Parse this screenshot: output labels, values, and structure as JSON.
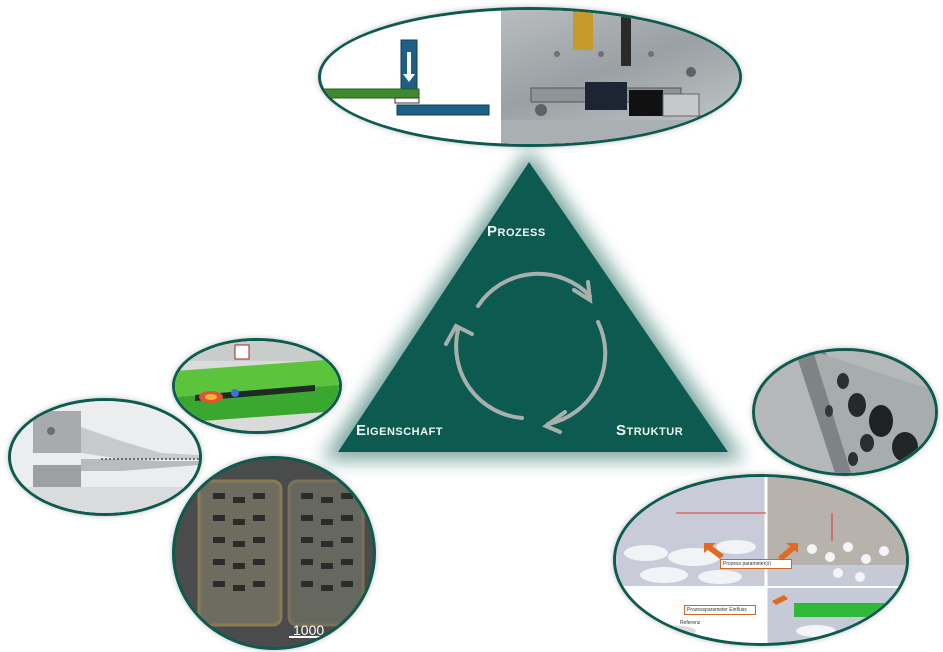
{
  "labels": {
    "prozess": "Prozess",
    "eigenschaft": "Eigenschaft",
    "struktur": "Struktur"
  },
  "scale_bar_text": "1000",
  "annotations": {
    "struktur_a": "Prozess parameter(s)",
    "struktur_b": "Prozessparameter Einfluss",
    "struktur_c": "Referenz"
  },
  "colors": {
    "triangle": "#0d5b50",
    "cycle_arrows": "#a8b0ae",
    "frame": "#0d5b50",
    "green_bar": "#3f8a2f",
    "blue_bar": "#1e5f86",
    "orange_arrow": "#e06a22"
  },
  "icons": [
    "cycle-arrows-icon",
    "press-down-arrow-icon"
  ]
}
